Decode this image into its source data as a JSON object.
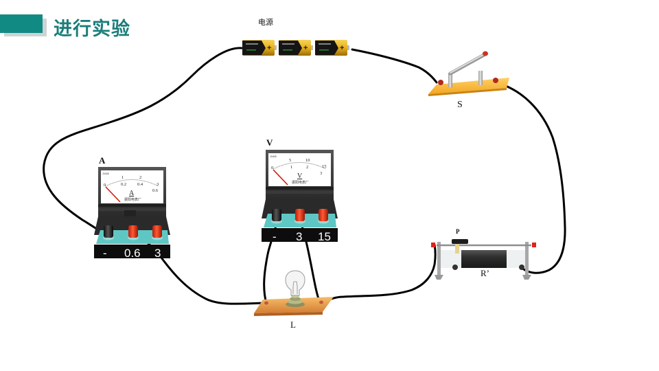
{
  "header": {
    "title": "进行实验"
  },
  "components": {
    "battery": {
      "label": "电源",
      "cell_count": 3,
      "terminal_mark": "+"
    },
    "switch": {
      "label": "S",
      "state": "open"
    },
    "ammeter": {
      "label": "A",
      "unit_symbol": "A",
      "upper_scale": [
        "0",
        "1",
        "2",
        "3"
      ],
      "lower_scale": [
        "0.2",
        "0.4",
        "0.6"
      ],
      "terminals": [
        "-",
        "0.6",
        "3"
      ],
      "maker": "振阳电表厂",
      "model": "J0408"
    },
    "voltmeter": {
      "label": "V",
      "unit_symbol": "V",
      "upper_scale": [
        "0",
        "5",
        "10",
        "15"
      ],
      "lower_scale": [
        "1",
        "2",
        "3"
      ],
      "terminals": [
        "-",
        "3",
        "15"
      ],
      "maker": "振阳电表厂",
      "model": "J0408"
    },
    "lamp": {
      "label": "L"
    },
    "rheostat": {
      "label": "R’",
      "slider_label": "P"
    }
  },
  "colors": {
    "accent": "#128a84",
    "title": "#1b7e7a",
    "wire": "#000000",
    "terminal_red": "#e03a1c",
    "meter_panel": "#5ec7c4",
    "board": "#d8883e",
    "battery_gold": "#e8b21c"
  }
}
